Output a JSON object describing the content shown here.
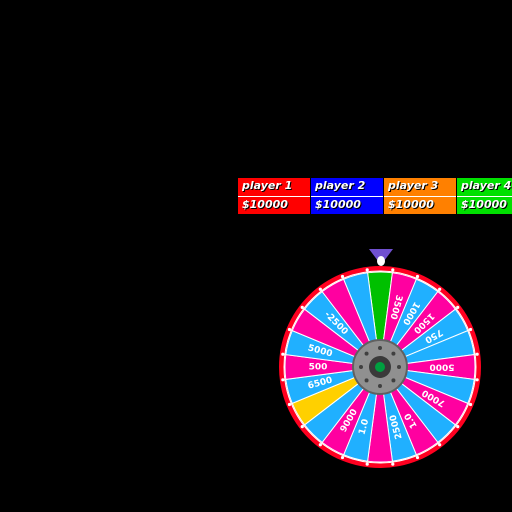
{
  "players": [
    {
      "name": "player 1",
      "money": "$10000",
      "color": "#ff0000"
    },
    {
      "name": "player 2",
      "money": "$10000",
      "color": "#0000ff"
    },
    {
      "name": "player 3",
      "money": "$10000",
      "color": "#ff8000"
    },
    {
      "name": "player 4",
      "money": "$10000",
      "color": "#00e000"
    }
  ],
  "wheel": {
    "rim_color": "#ff0020",
    "hub_color": "#909090",
    "pointer_color": "#7050d0",
    "wedges": [
      {
        "label": "",
        "color": "#00c000"
      },
      {
        "label": "3500",
        "color": "#ff00a0"
      },
      {
        "label": "1000",
        "color": "#20b0ff"
      },
      {
        "label": "1500",
        "color": "#ff00a0"
      },
      {
        "label": "750",
        "color": "#20b0ff"
      },
      {
        "label": "",
        "color": "#20b0ff"
      },
      {
        "label": "5000",
        "color": "#ff00a0"
      },
      {
        "label": "",
        "color": "#20b0ff"
      },
      {
        "label": "7000",
        "color": "#ff00a0"
      },
      {
        "label": "",
        "color": "#20b0ff"
      },
      {
        "label": "1.0",
        "color": "#ff00a0"
      },
      {
        "label": "2500",
        "color": "#20b0ff"
      },
      {
        "label": "",
        "color": "#ff00a0"
      },
      {
        "label": "1.0",
        "color": "#20b0ff"
      },
      {
        "label": "9000",
        "color": "#ff00a0"
      },
      {
        "label": "",
        "color": "#20b0ff"
      },
      {
        "label": "",
        "color": "#ffd000"
      },
      {
        "label": "6500",
        "color": "#20b0ff"
      },
      {
        "label": "500",
        "color": "#ff00a0"
      },
      {
        "label": "5000",
        "color": "#20b0ff"
      },
      {
        "label": "",
        "color": "#ff00a0"
      },
      {
        "label": "-2500",
        "color": "#20b0ff"
      },
      {
        "label": "",
        "color": "#ff00a0"
      },
      {
        "label": "",
        "color": "#20b0ff"
      }
    ]
  }
}
